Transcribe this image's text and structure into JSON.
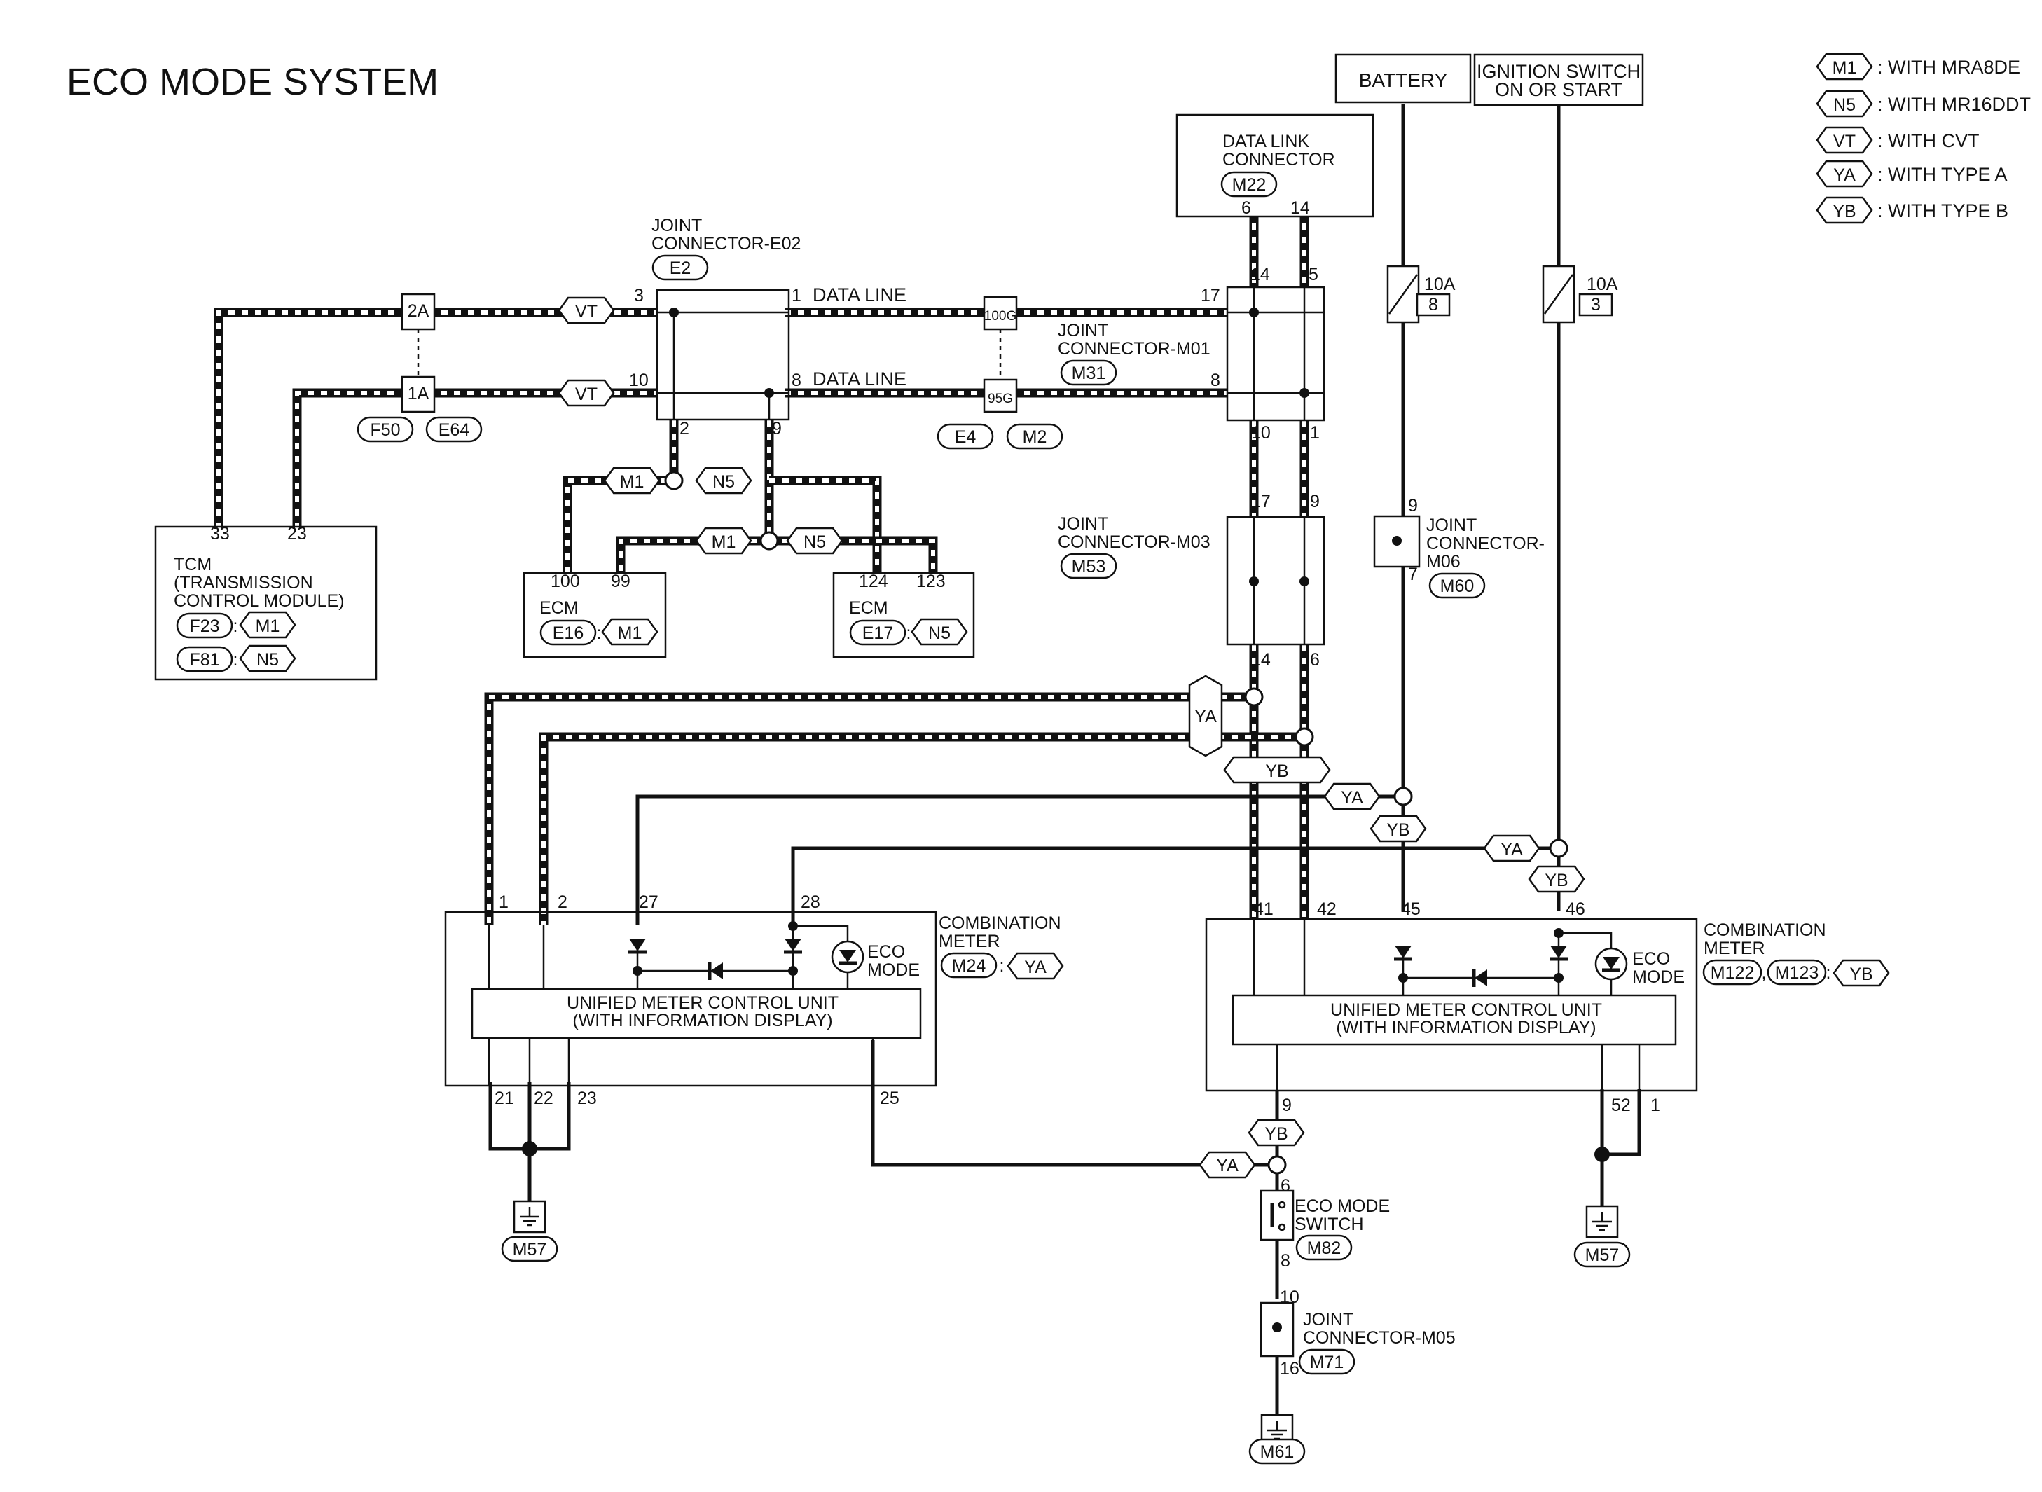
{
  "title": "ECO MODE SYSTEM",
  "legend": [
    {
      "code": "M1",
      "text": ": WITH MRA8DE"
    },
    {
      "code": "N5",
      "text": ": WITH MR16DDT"
    },
    {
      "code": "VT",
      "text": ": WITH CVT"
    },
    {
      "code": "YA",
      "text": ": WITH TYPE A"
    },
    {
      "code": "YB",
      "text": ": WITH TYPE B"
    }
  ],
  "power": {
    "battery": "BATTERY",
    "ignition_line1": "IGNITION SWITCH",
    "ignition_line2": "ON OR START",
    "fuse_rating": "10A",
    "fuse_battery_no": "8",
    "fuse_ignition_no": "3"
  },
  "dlc": {
    "line1": "DATA LINK",
    "line2": "CONNECTOR",
    "code": "M22"
  },
  "joint_e02": {
    "line1": "JOINT",
    "line2": "CONNECTOR-E02",
    "code": "E2"
  },
  "joint_m01": {
    "line1": "JOINT",
    "line2": "CONNECTOR-M01",
    "code": "M31"
  },
  "joint_m03": {
    "line1": "JOINT",
    "line2": "CONNECTOR-M03",
    "code": "M53"
  },
  "joint_m06": {
    "line1": "JOINT",
    "line2": "CONNECTOR-",
    "line3": "M06",
    "code": "M60"
  },
  "joint_m05": {
    "line1": "JOINT",
    "line2": "CONNECTOR-M05",
    "code": "M71"
  },
  "data_line": "DATA LINE",
  "inline": {
    "c2a": "2A",
    "c1a": "1A",
    "c100g": "100G",
    "c95g": "95G",
    "f50": "F50",
    "e64": "E64",
    "e4": "E4",
    "m2": "M2"
  },
  "tcm": {
    "line1": "TCM",
    "line2": "(TRANSMISSION",
    "line3": "CONTROL MODULE)",
    "code1": "F23",
    "code2": "F81"
  },
  "ecm1": {
    "label": "ECM",
    "code": "E16"
  },
  "ecm2": {
    "label": "ECM",
    "code": "E17"
  },
  "tags": {
    "vt": "VT",
    "m1": "M1",
    "n5": "N5",
    "ya": "YA",
    "yb": "YB"
  },
  "meter_a": {
    "line1": "COMBINATION",
    "line2": "METER",
    "code": "M24"
  },
  "meter_b": {
    "line1": "COMBINATION",
    "line2": "METER",
    "code1": "M122",
    "code2": "M123"
  },
  "umcu": {
    "line1": "UNIFIED METER CONTROL UNIT",
    "line2": "(WITH INFORMATION DISPLAY)"
  },
  "eco_lamp": {
    "line1": "ECO",
    "line2": "MODE"
  },
  "eco_switch": {
    "line1": "ECO MODE",
    "line2": "SWITCH",
    "code": "M82"
  },
  "grounds": {
    "g_left": "M57",
    "g_right": "M57",
    "g_bottom": "M61"
  },
  "pins": {
    "e02_3": "3",
    "e02_10": "10",
    "e02_1": "1",
    "e02_8": "8",
    "e02_2": "2",
    "e02_9": "9",
    "dlc_6": "6",
    "dlc_14": "14",
    "m01_14": "14",
    "m01_5": "5",
    "m01_17": "17",
    "m01_8": "8",
    "m01_10": "10",
    "m01_1": "1",
    "m03_17": "17",
    "m03_9": "9",
    "m03_14": "14",
    "m03_6": "6",
    "tcm_33": "33",
    "tcm_23": "23",
    "ecm_100": "100",
    "ecm_99": "99",
    "ecm_124": "124",
    "ecm_123": "123",
    "m06_9": "9",
    "m06_7": "7",
    "ma_1": "1",
    "ma_2": "2",
    "ma_27": "27",
    "ma_28": "28",
    "ma_21": "21",
    "ma_22": "22",
    "ma_23": "23",
    "ma_25": "25",
    "mb_41": "41",
    "mb_42": "42",
    "mb_45": "45",
    "mb_46": "46",
    "mb_9": "9",
    "mb_52": "52",
    "mb_1": "1",
    "sw_6": "6",
    "sw_8": "8",
    "m05_10": "10",
    "m05_16": "16"
  },
  "sep": ":",
  "comma": ","
}
